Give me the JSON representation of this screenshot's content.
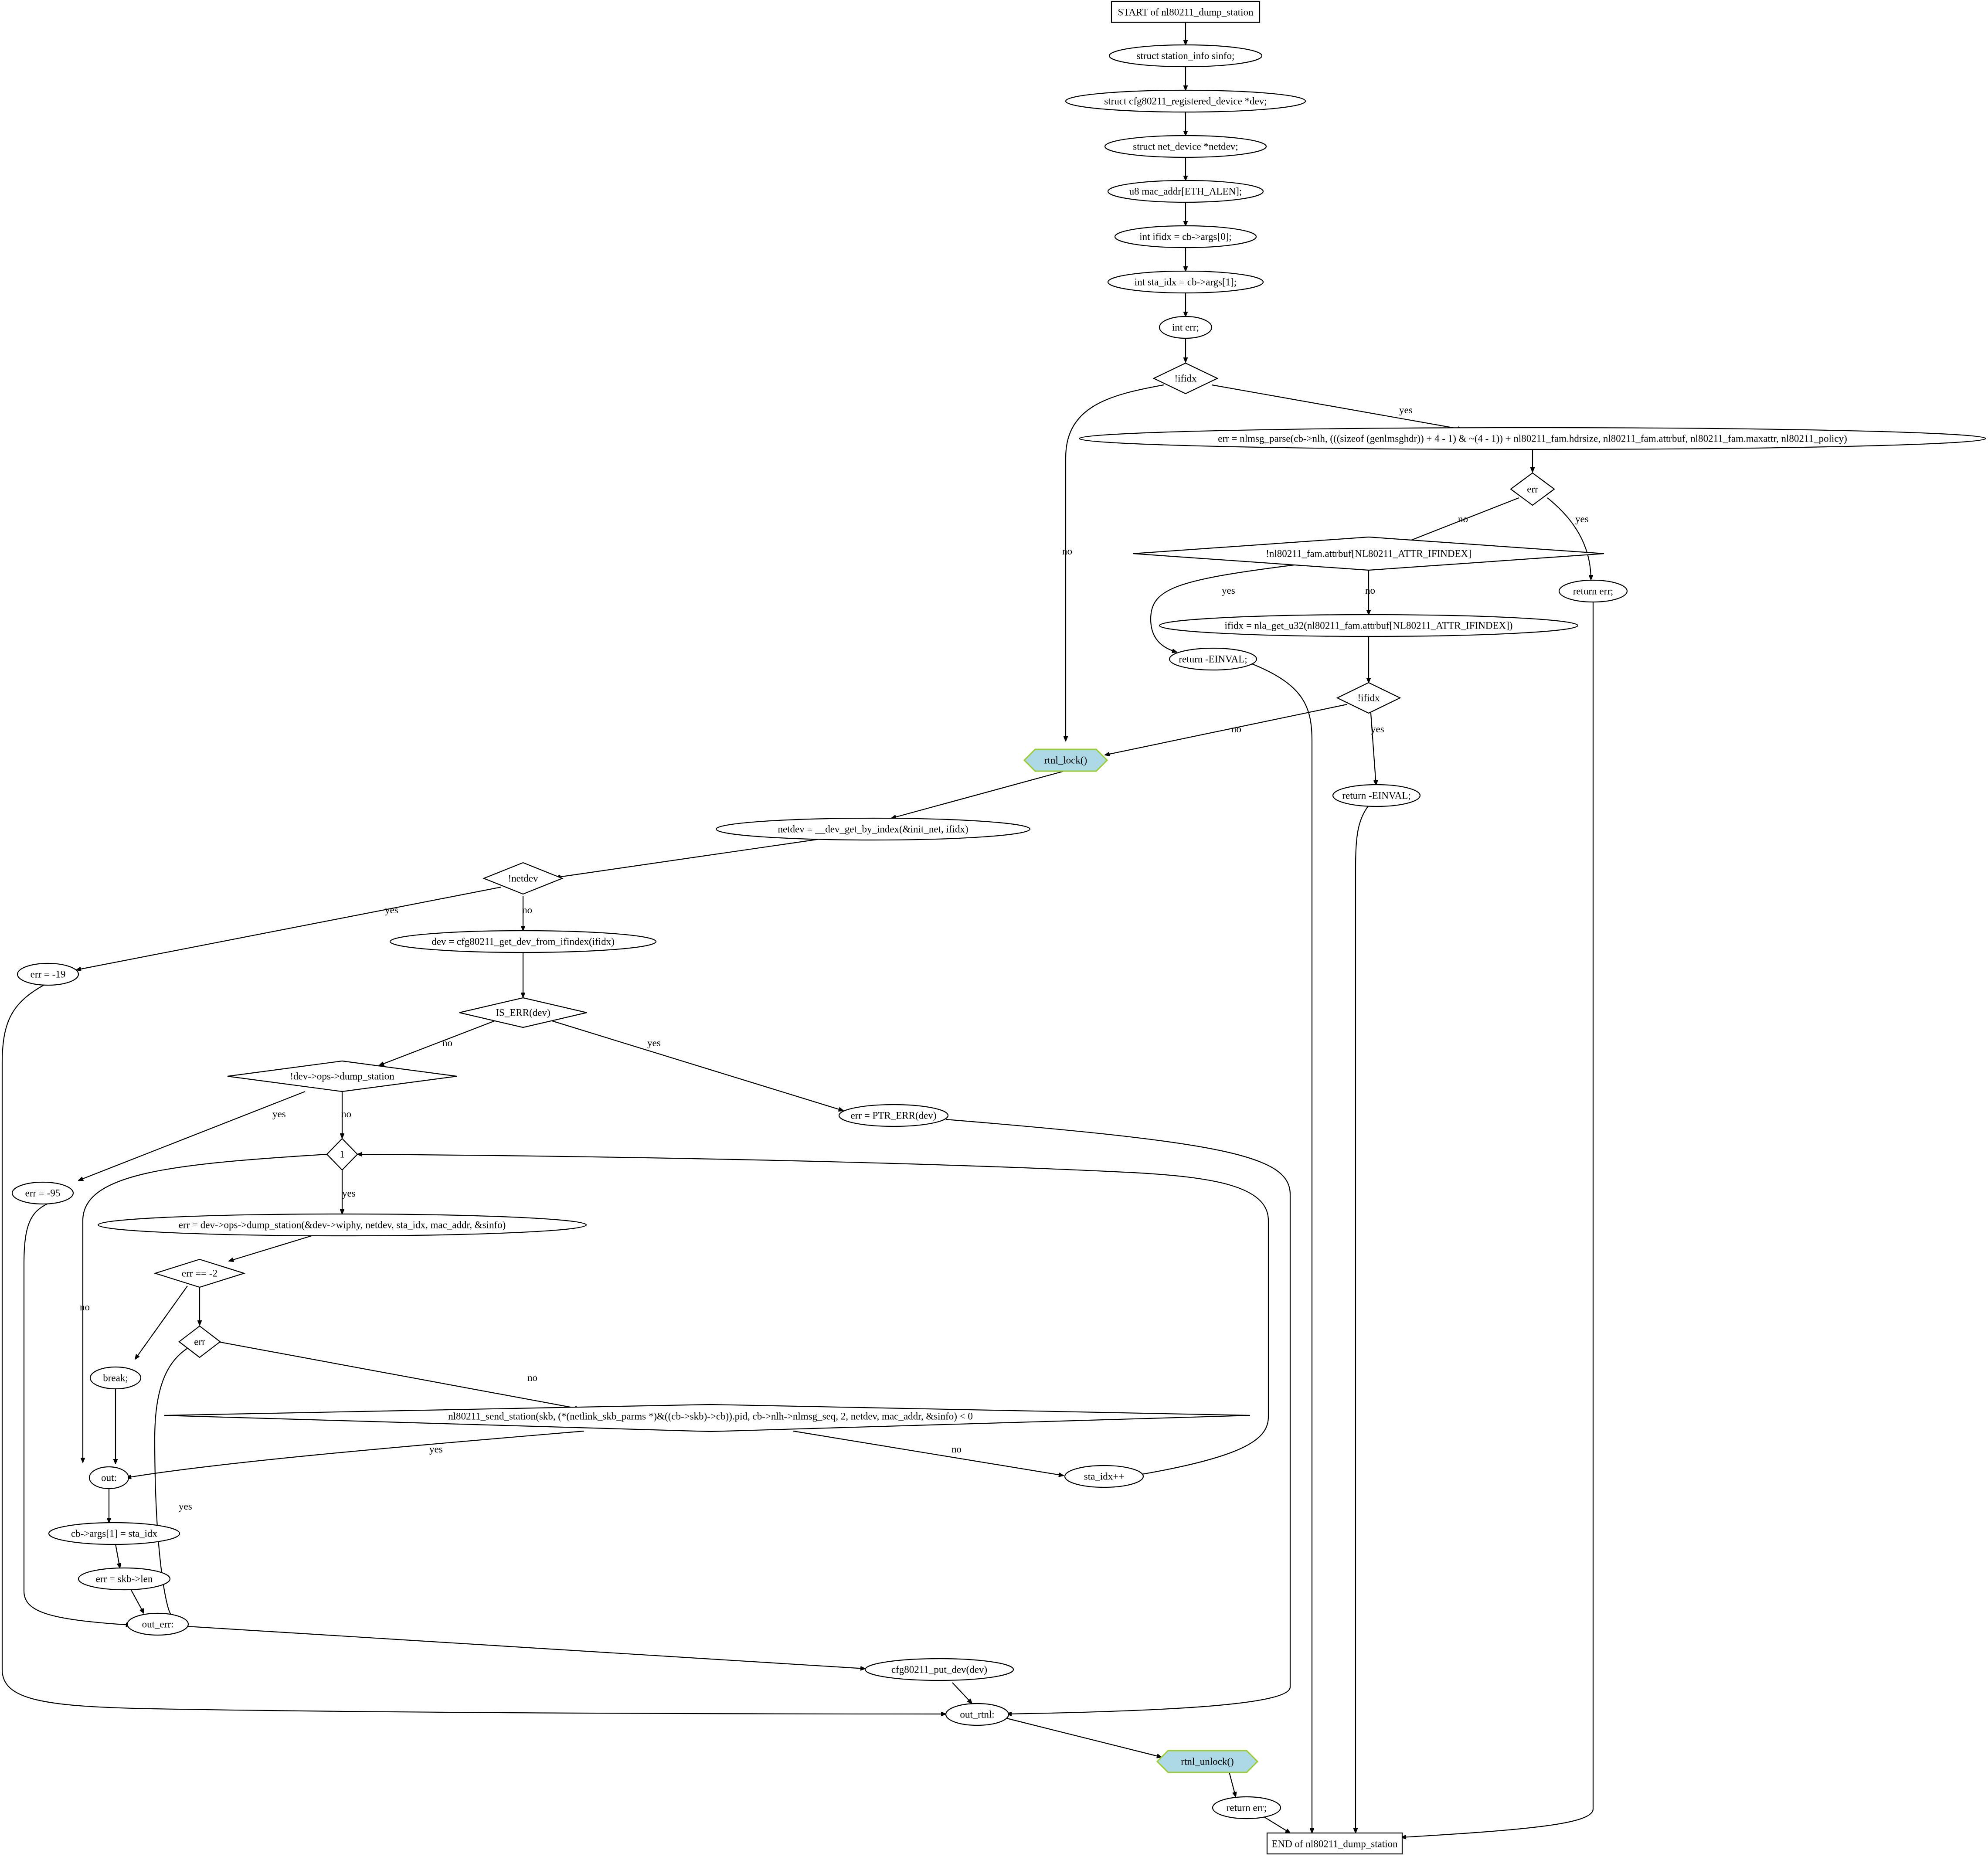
{
  "diagram": {
    "lock_fill": "#add8e6",
    "lock_stroke": "#9acd32",
    "nodes": {
      "start": "START of nl80211_dump_station",
      "sinfo": "struct station_info sinfo;",
      "dev_decl": "struct cfg80211_registered_device *dev;",
      "netdev_decl": "struct net_device *netdev;",
      "mac": "u8 mac_addr[ETH_ALEN];",
      "ifidx_decl": "int ifidx = cb->args[0];",
      "sta_idx_decl": "int sta_idx = cb->args[1];",
      "err_decl": "int err;",
      "cond_ifidx1": "!ifidx",
      "parse": "err = nlmsg_parse(cb->nlh, (((sizeof (genlmsghdr)) + 4 - 1) & ~(4 - 1)) + nl80211_fam.hdrsize, nl80211_fam.attrbuf, nl80211_fam.maxattr, nl80211_policy)",
      "cond_err1": "err",
      "ret_err1": "return err;",
      "cond_attr": "!nl80211_fam.attrbuf[NL80211_ATTR_IFINDEX]",
      "ret_einval1": "return -EINVAL;",
      "get_u32": "ifidx = nla_get_u32(nl80211_fam.attrbuf[NL80211_ATTR_IFINDEX])",
      "cond_ifidx2": "!ifidx",
      "ret_einval2": "return -EINVAL;",
      "rtnl_lock": "rtnl_lock()",
      "get_netdev": "netdev = __dev_get_by_index(&init_net, ifidx)",
      "cond_netdev": "!netdev",
      "err19": "err = -19",
      "get_dev": "dev = cfg80211_get_dev_from_ifindex(ifidx)",
      "cond_is_err": "IS_ERR(dev)",
      "ptr_err": "err = PTR_ERR(dev)",
      "cond_dump": "!dev->ops->dump_station",
      "err95": "err = -95",
      "loop": "1",
      "call_dump": "err = dev->ops->dump_station(&dev->wiphy, netdev, sta_idx, mac_addr, &sinfo)",
      "cond_m2": "err == -2",
      "brk": "break;",
      "cond_err2": "err",
      "send_station": "nl80211_send_station(skb, (*(netlink_skb_parms *)&((cb->skb)->cb)).pid, cb->nlh->nlmsg_seq, 2, netdev, mac_addr, &sinfo) < 0",
      "sta_inc": "sta_idx++",
      "out": "out:",
      "set_args": "cb->args[1] = sta_idx",
      "err_len": "err = skb->len",
      "out_err": "out_err:",
      "put_dev": "cfg80211_put_dev(dev)",
      "out_rtnl": "out_rtnl:",
      "rtnl_unlock": "rtnl_unlock()",
      "ret_err2": "return err;",
      "end": "END of nl80211_dump_station"
    },
    "edge_labels": {
      "yes": "yes",
      "no": "no"
    }
  }
}
